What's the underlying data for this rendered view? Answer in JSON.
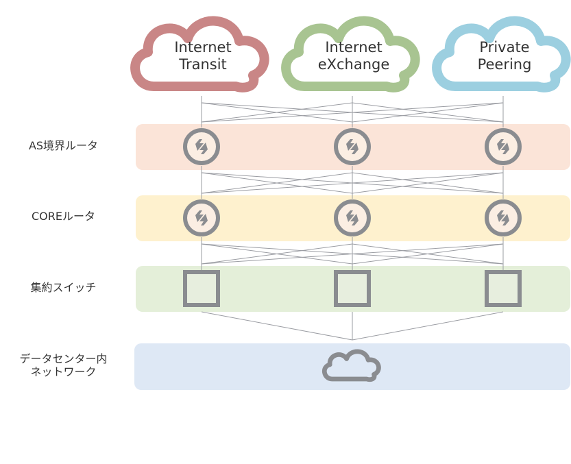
{
  "clouds": [
    {
      "id": "transit",
      "lines": [
        "Internet",
        "Transit"
      ],
      "color": "#C98686"
    },
    {
      "id": "ix",
      "lines": [
        "Internet",
        "eXchange"
      ],
      "color": "#A8C491"
    },
    {
      "id": "private",
      "lines": [
        "Private",
        "Peering"
      ],
      "color": "#9CCFE0"
    }
  ],
  "layers": [
    {
      "id": "as-border",
      "label": "AS境界ルータ",
      "color": "#FBE4D8",
      "device": "router"
    },
    {
      "id": "core",
      "label": "COREルータ",
      "color": "#FEF1CE",
      "device": "router"
    },
    {
      "id": "aggregation",
      "label": "集約スイッチ",
      "color": "#E4EFD9",
      "device": "switch"
    },
    {
      "id": "datacenter",
      "label_lines": [
        "データセンター内",
        "ネットワーク"
      ],
      "color": "#DEE8F5",
      "device": "cloud"
    }
  ],
  "colors": {
    "device_stroke": "#8A8C90",
    "router_fill": "#FBEEE3",
    "switch_fill": "#E7EEDE",
    "link": "#9A9CA2",
    "dc_cloud_stroke": "#8A8C90"
  }
}
